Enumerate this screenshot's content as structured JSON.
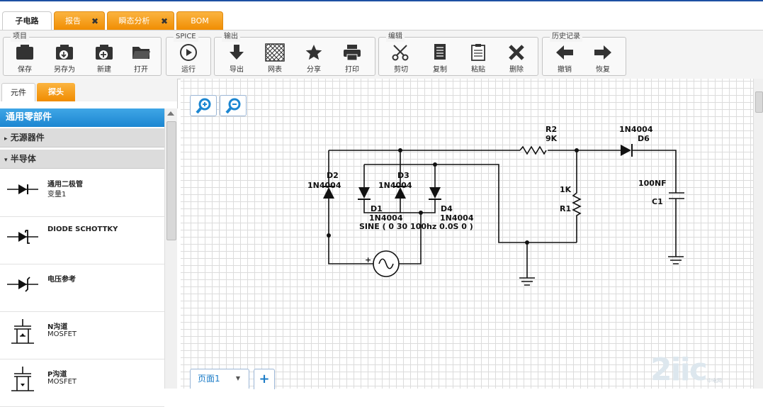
{
  "tabs": [
    {
      "label": "子电路",
      "active": true,
      "closable": false
    },
    {
      "label": "报告",
      "active": false,
      "closable": true
    },
    {
      "label": "瞬态分析",
      "active": false,
      "closable": true
    },
    {
      "label": "BOM",
      "active": false,
      "closable": false
    }
  ],
  "tab_close_glyph": "✖",
  "toolbar": {
    "groups": [
      {
        "title": "项目",
        "buttons": [
          {
            "label": "保存",
            "icon": "folder-save-icon"
          },
          {
            "label": "另存为",
            "icon": "save-as-icon"
          },
          {
            "label": "新建",
            "icon": "new-project-icon"
          },
          {
            "label": "打开",
            "icon": "open-folder-icon"
          }
        ]
      },
      {
        "title": "SPICE",
        "buttons": [
          {
            "label": "运行",
            "icon": "play-icon"
          }
        ]
      },
      {
        "title": "输出",
        "buttons": [
          {
            "label": "导出",
            "icon": "download-arrow-icon"
          },
          {
            "label": "网表",
            "icon": "netlist-icon"
          },
          {
            "label": "分享",
            "icon": "star-icon"
          },
          {
            "label": "打印",
            "icon": "printer-icon"
          }
        ]
      },
      {
        "title": "编辑",
        "buttons": [
          {
            "label": "剪切",
            "icon": "scissors-icon"
          },
          {
            "label": "复制",
            "icon": "copy-icon"
          },
          {
            "label": "粘贴",
            "icon": "paste-icon"
          },
          {
            "label": "删除",
            "icon": "delete-x-icon"
          }
        ]
      },
      {
        "title": "历史记录",
        "buttons": [
          {
            "label": "撤销",
            "icon": "undo-arrow-icon"
          },
          {
            "label": "恢复",
            "icon": "redo-arrow-icon"
          }
        ]
      }
    ]
  },
  "left_panel": {
    "tabs": [
      {
        "label": "元件",
        "active": true
      },
      {
        "label": "探头",
        "active": false
      }
    ],
    "header": "通用零部件",
    "categories": [
      {
        "label": "无源器件",
        "expanded": false,
        "arrow": "▸"
      },
      {
        "label": "半导体",
        "expanded": true,
        "arrow": "▾"
      }
    ],
    "parts": [
      {
        "name": "通用二极管",
        "sub": "变量1",
        "icon": "diode-icon"
      },
      {
        "name": "DIODE SCHOTTKY",
        "sub": "",
        "icon": "schottky-diode-icon"
      },
      {
        "name": "电压参考",
        "sub": "",
        "icon": "zener-diode-icon"
      },
      {
        "name": "N沟道",
        "sub": "MOSFET",
        "icon": "nmos-icon"
      },
      {
        "name": "P沟道",
        "sub": "MOSFET",
        "icon": "pmos-icon"
      }
    ]
  },
  "canvas": {
    "labels": {
      "r2_ref": "R2",
      "r2_val": "9K",
      "d6_val": "1N4004",
      "d6_ref": "D6",
      "d2_ref": "D2",
      "d2_val": "1N4004",
      "d3_ref": "D3",
      "d3_val": "1N4004",
      "d1_ref": "D1",
      "d1_val": "1N4004",
      "d4_ref": "D4",
      "d4_val": "1N4004",
      "source": "SINE ( 0 30 100hz 0.0S 0 )",
      "r1_val": "1K",
      "r1_ref": "R1",
      "c1_val": "100NF",
      "c1_ref": "C1",
      "plus": "+"
    },
    "page_tab": "页面1",
    "add_page": "+"
  },
  "watermark": {
    "main": "2iic",
    "sub": "中电网"
  },
  "colors": {
    "accent_blue": "#1c86d1",
    "tab_orange": "#f39a10",
    "title_bar": "#1d4fa3"
  }
}
